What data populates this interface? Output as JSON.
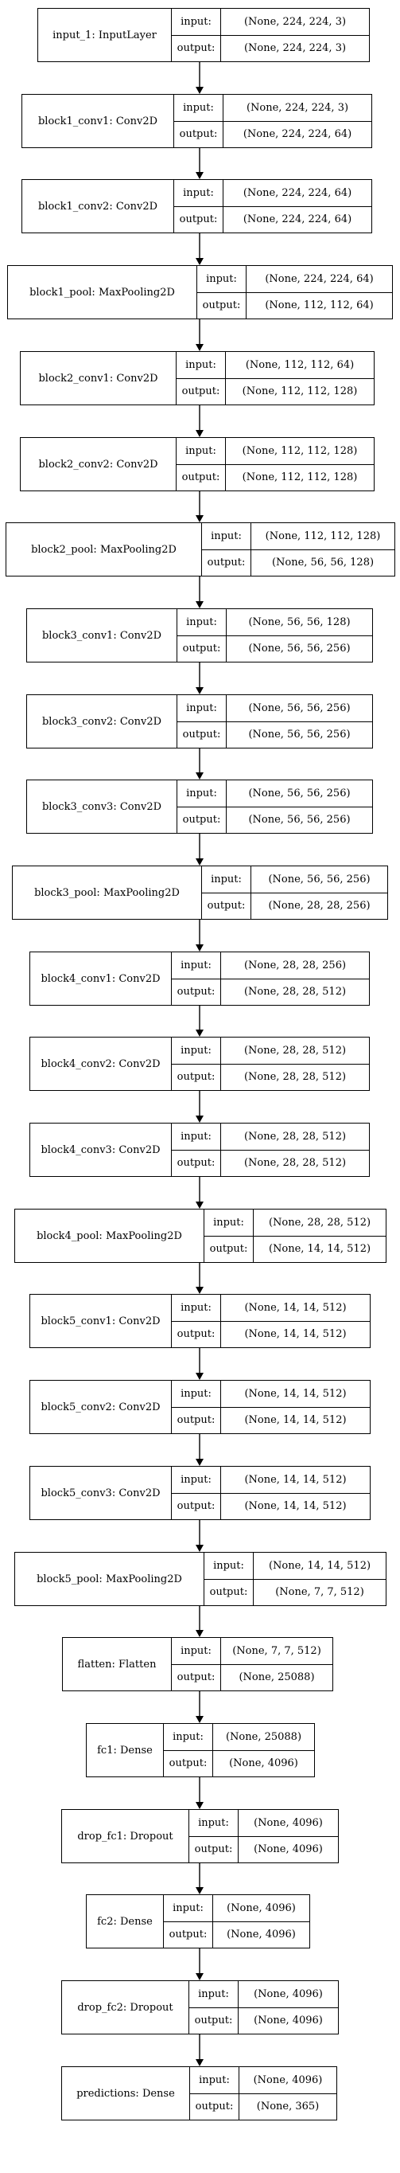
{
  "diagram": {
    "input_label": "input:",
    "output_label": "output:",
    "layers": [
      {
        "name": "input_1: InputLayer",
        "input": "(None, 224, 224, 3)",
        "output": "(None, 224, 224, 3)"
      },
      {
        "name": "block1_conv1: Conv2D",
        "input": "(None, 224, 224, 3)",
        "output": "(None, 224, 224, 64)"
      },
      {
        "name": "block1_conv2: Conv2D",
        "input": "(None, 224, 224, 64)",
        "output": "(None, 224, 224, 64)"
      },
      {
        "name": "block1_pool: MaxPooling2D",
        "input": "(None, 224, 224, 64)",
        "output": "(None, 112, 112, 64)"
      },
      {
        "name": "block2_conv1: Conv2D",
        "input": "(None, 112, 112, 64)",
        "output": "(None, 112, 112, 128)"
      },
      {
        "name": "block2_conv2: Conv2D",
        "input": "(None, 112, 112, 128)",
        "output": "(None, 112, 112, 128)"
      },
      {
        "name": "block2_pool: MaxPooling2D",
        "input": "(None, 112, 112, 128)",
        "output": "(None, 56, 56, 128)"
      },
      {
        "name": "block3_conv1: Conv2D",
        "input": "(None, 56, 56, 128)",
        "output": "(None, 56, 56, 256)"
      },
      {
        "name": "block3_conv2: Conv2D",
        "input": "(None, 56, 56, 256)",
        "output": "(None, 56, 56, 256)"
      },
      {
        "name": "block3_conv3: Conv2D",
        "input": "(None, 56, 56, 256)",
        "output": "(None, 56, 56, 256)"
      },
      {
        "name": "block3_pool: MaxPooling2D",
        "input": "(None, 56, 56, 256)",
        "output": "(None, 28, 28, 256)"
      },
      {
        "name": "block4_conv1: Conv2D",
        "input": "(None, 28, 28, 256)",
        "output": "(None, 28, 28, 512)"
      },
      {
        "name": "block4_conv2: Conv2D",
        "input": "(None, 28, 28, 512)",
        "output": "(None, 28, 28, 512)"
      },
      {
        "name": "block4_conv3: Conv2D",
        "input": "(None, 28, 28, 512)",
        "output": "(None, 28, 28, 512)"
      },
      {
        "name": "block4_pool: MaxPooling2D",
        "input": "(None, 28, 28, 512)",
        "output": "(None, 14, 14, 512)"
      },
      {
        "name": "block5_conv1: Conv2D",
        "input": "(None, 14, 14, 512)",
        "output": "(None, 14, 14, 512)"
      },
      {
        "name": "block5_conv2: Conv2D",
        "input": "(None, 14, 14, 512)",
        "output": "(None, 14, 14, 512)"
      },
      {
        "name": "block5_conv3: Conv2D",
        "input": "(None, 14, 14, 512)",
        "output": "(None, 14, 14, 512)"
      },
      {
        "name": "block5_pool: MaxPooling2D",
        "input": "(None, 14, 14, 512)",
        "output": "(None, 7, 7, 512)"
      },
      {
        "name": "flatten: Flatten",
        "input": "(None, 7, 7, 512)",
        "output": "(None, 25088)"
      },
      {
        "name": "fc1: Dense",
        "input": "(None, 25088)",
        "output": "(None, 4096)"
      },
      {
        "name": "drop_fc1: Dropout",
        "input": "(None, 4096)",
        "output": "(None, 4096)"
      },
      {
        "name": "fc2: Dense",
        "input": "(None, 4096)",
        "output": "(None, 4096)"
      },
      {
        "name": "drop_fc2: Dropout",
        "input": "(None, 4096)",
        "output": "(None, 4096)"
      },
      {
        "name": "predictions: Dense",
        "input": "(None, 4096)",
        "output": "(None, 365)"
      }
    ]
  }
}
